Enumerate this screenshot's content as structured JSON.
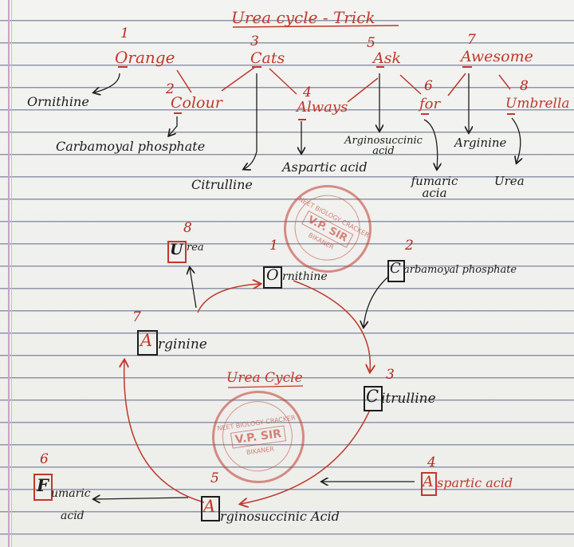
{
  "title": "Urea cycle - Trick",
  "mnemonic": {
    "words": [
      {
        "num": "1",
        "word": "Orange",
        "meaning": "Ornithine"
      },
      {
        "num": "2",
        "word": "Colour",
        "meaning": "Carbamoyal phosphate"
      },
      {
        "num": "3",
        "word": "Cats",
        "meaning": "Citrulline"
      },
      {
        "num": "4",
        "word": "Always",
        "meaning": "Aspartic acid"
      },
      {
        "num": "5",
        "word": "Ask",
        "meaning": "Arginosuccinic acid"
      },
      {
        "num": "6",
        "word": "for",
        "meaning": "fumaric acia"
      },
      {
        "num": "7",
        "word": "Awesome",
        "meaning": "Arginine"
      },
      {
        "num": "8",
        "word": "Umbrella",
        "meaning": "Urea"
      }
    ]
  },
  "cycle": {
    "label": "Urea Cycle",
    "nodes": [
      {
        "num": "1",
        "letter": "O",
        "rest": "rnithine"
      },
      {
        "num": "2",
        "letter": "C",
        "rest": "arbamoyal phosphate"
      },
      {
        "num": "3",
        "letter": "C",
        "rest": "itrulline"
      },
      {
        "num": "4",
        "letter": "A",
        "rest": "spartic acid"
      },
      {
        "num": "5",
        "letter": "A",
        "rest": "rginosuccinic Acid"
      },
      {
        "num": "6",
        "letter": "F",
        "rest": "umaric",
        "rest2": "acid"
      },
      {
        "num": "7",
        "letter": "A",
        "rest": "rginine"
      },
      {
        "num": "8",
        "letter": "U",
        "rest": "rea"
      }
    ]
  },
  "stamps": [
    {
      "top": "NEET BIOLOGY CRACKER",
      "core": "V.P. SIR",
      "bottom": "BIKANER"
    },
    {
      "top": "NEET BIOLOGY CRACKER",
      "core": "V.P. SIR",
      "bottom": "BIKANER"
    }
  ],
  "colors": {
    "ink_red": "#c0392b",
    "ink_black": "#1c1c1c",
    "ruled_line": "#8f96a8"
  }
}
